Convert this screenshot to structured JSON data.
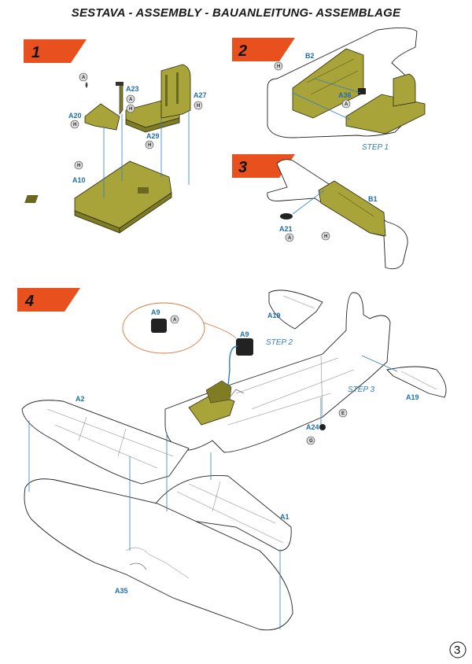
{
  "header": {
    "title": "SESTAVA -  ASSEMBLY - BAUANLEITUNG- ASSEMBLAGE"
  },
  "steps": [
    {
      "number": "1"
    },
    {
      "number": "2"
    },
    {
      "number": "3"
    },
    {
      "number": "4"
    }
  ],
  "labels": {
    "a23": "A23",
    "a27": "A27",
    "a20": "A20",
    "a29": "A29",
    "a10": "A10",
    "b2": "B2",
    "a36": "A36",
    "b1": "B1",
    "a21": "A21",
    "a9_detail": "A9",
    "a9": "A9",
    "a19_top": "A19",
    "a19_right": "A19",
    "a2": "A2",
    "a1": "A1",
    "a35": "A35",
    "a24": "A24"
  },
  "step_refs": {
    "step1": "STEP 1",
    "step2": "STEP 2",
    "step3": "STEP 3"
  },
  "hint_symbols": {
    "A": "A",
    "H": "H",
    "E": "E",
    "G": "G"
  },
  "footer": {
    "page_number": "3"
  },
  "colors": {
    "step_flag": "#e8501e",
    "part_fill": "#a8a43a",
    "callout": "#1f6fa8",
    "detail_circle": "#d9773a"
  }
}
